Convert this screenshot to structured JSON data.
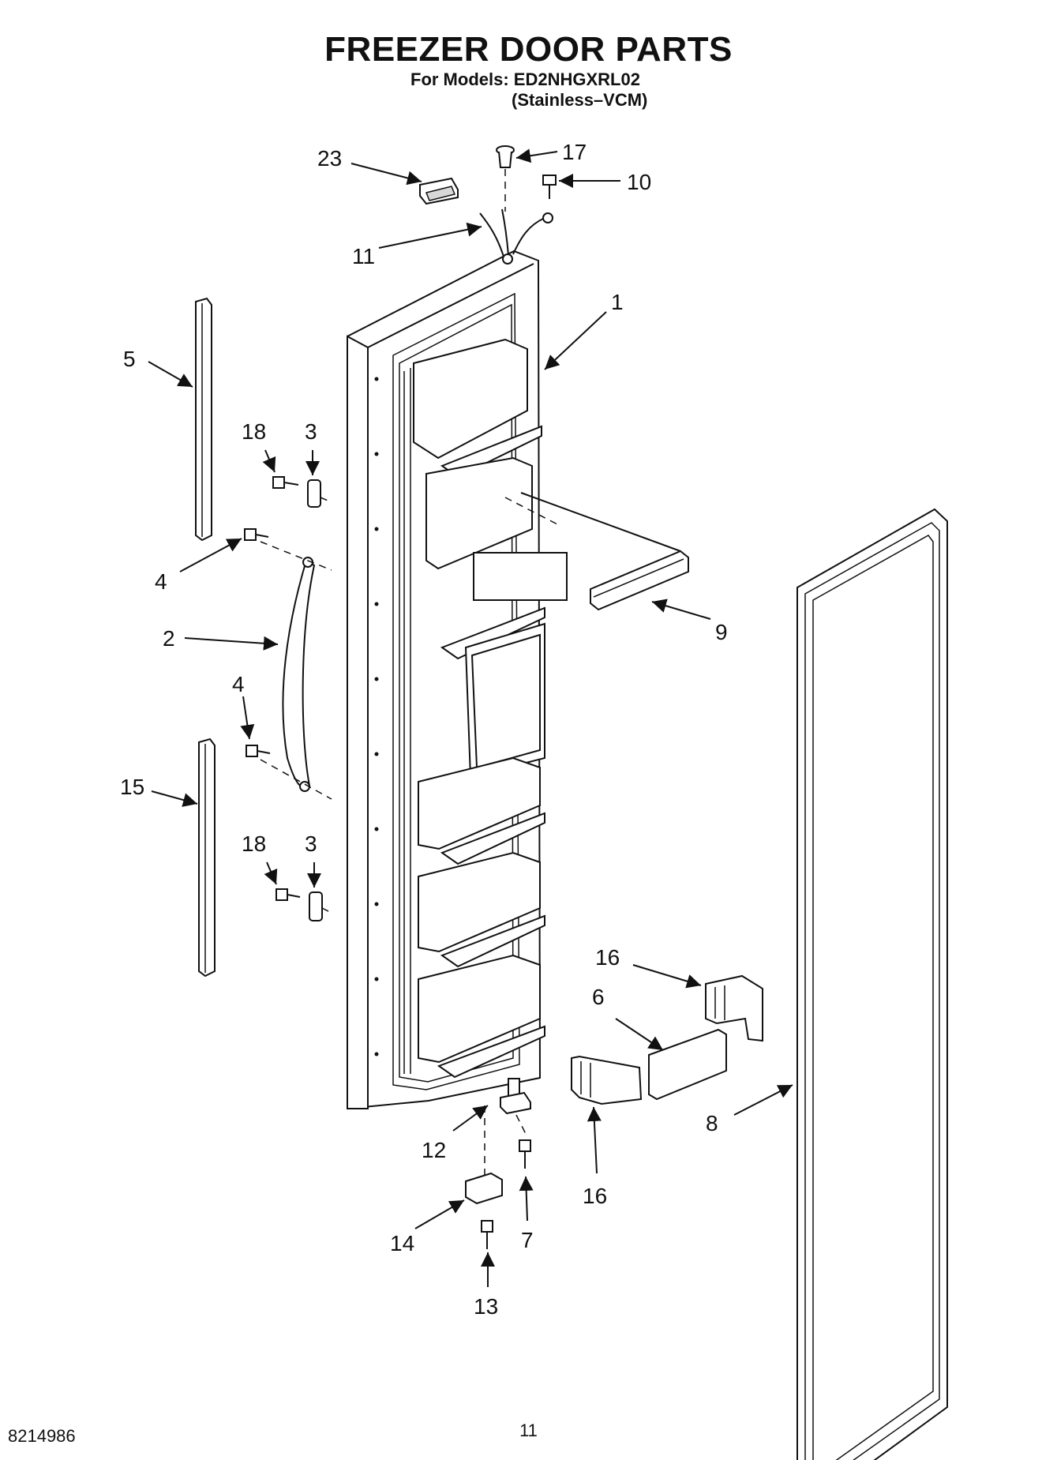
{
  "header": {
    "title": "FREEZER DOOR PARTS",
    "models": "For Models: ED2NHGXRL02",
    "variant": "(Stainless–VCM)"
  },
  "footer": {
    "doc_number": "8214986",
    "page_number": "11"
  },
  "callouts": {
    "c23": "23",
    "c17": "17",
    "c10": "10",
    "c11": "11",
    "c1": "1",
    "c5": "5",
    "c18a": "18",
    "c3a": "3",
    "c4a": "4",
    "c2": "2",
    "c9": "9",
    "c4b": "4",
    "c15": "15",
    "c18b": "18",
    "c3b": "3",
    "c16a": "16",
    "c6": "6",
    "c8": "8",
    "c12": "12",
    "c16b": "16",
    "c14": "14",
    "c7": "7",
    "c13": "13"
  }
}
